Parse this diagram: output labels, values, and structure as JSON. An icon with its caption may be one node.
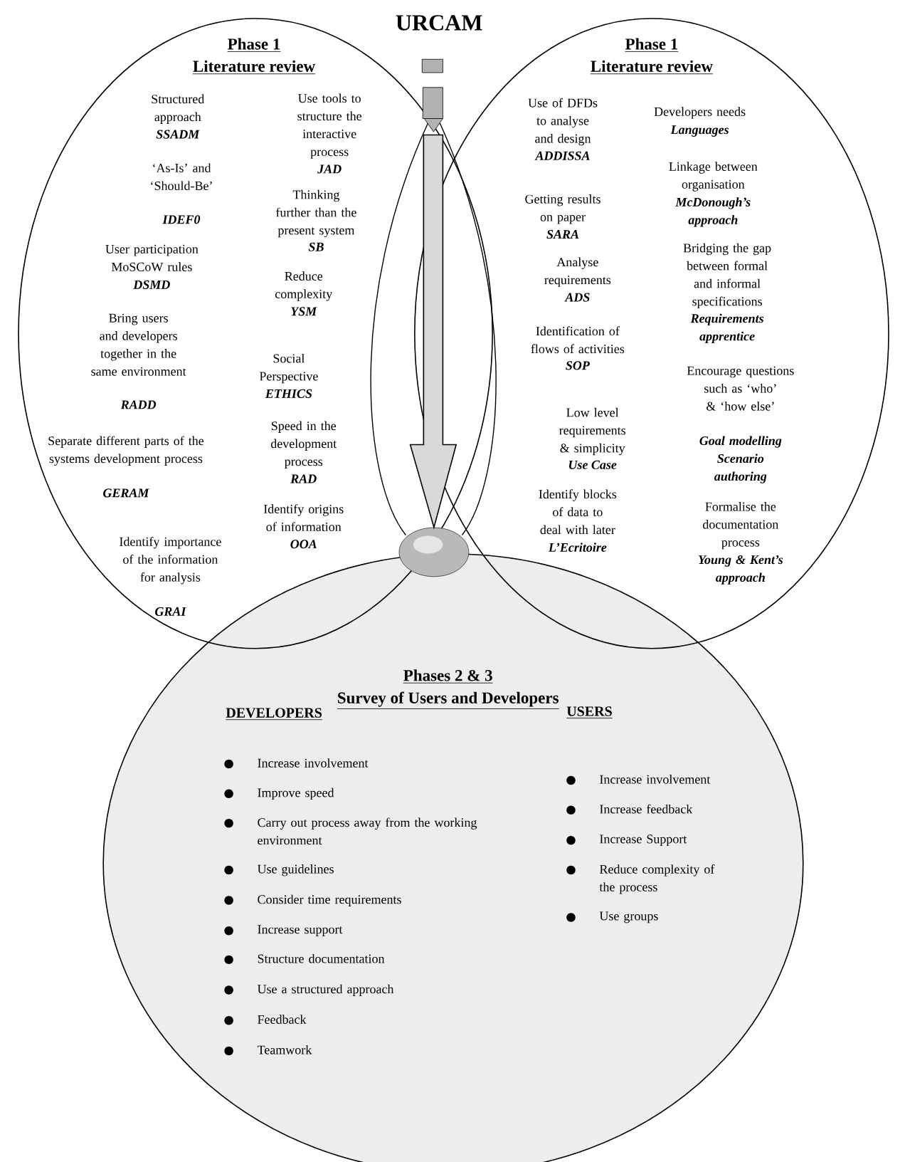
{
  "diagram": {
    "title": "URCAM",
    "nodes": [
      {
        "text": [
          "Phase 1",
          "Literature review",
          "Structured approach",
          "SSADM",
          "‘As-Is’ and ‘Should-Be’",
          "IDEF0",
          "User participation MoSCoW rules",
          "DSMD",
          "Bring users and developers together in the same environment",
          "RADD",
          "Separate different parts of the systems development process",
          "GERAM",
          "Identify importance of the information for analysis",
          "GRAI",
          "Use tools to structure the interactive process",
          "JAD",
          "Thinking further than the present system",
          "SB",
          "Reduce complexity",
          "YSM",
          "Social Perspective",
          "ETHICS",
          "Speed in the development process",
          "RAD",
          "Identify origins of information",
          "OOA"
        ]
      },
      {
        "text": [
          "Phase 1",
          "Literature review",
          "Use of DFDs to analyse and design",
          "ADDISSA",
          "Getting results on paper",
          "SARA",
          "Analyse requirements",
          "ADS",
          "Identification of flows of activities",
          "SOP",
          "Low level requirements & simplicity",
          "Use Case",
          "Identify blocks of data to deal with later",
          "L’Ecritoire",
          "Developers needs",
          "Languages",
          "Linkage between organisation",
          "McDonough’s approach",
          "Bridging the gap between formal and informal specifications",
          "Requirements apprentice",
          "Encourage questions such as ‘who’ & ‘how else’",
          "Goal modelling Scenario authoring",
          "Formalise the documentation process",
          "Young & Kent’s approach"
        ]
      },
      {
        "text": [
          "Phases 2 & 3",
          "Survey of Users and Developers",
          "DEVELOPERS",
          "Increase involvement",
          "Improve speed",
          "Carry out process away from the working environment",
          "Use guidelines",
          "Consider time requirements",
          "Increase support",
          "Structure documentation",
          "Use a structured approach",
          "Feedback",
          "Teamwork",
          "USERS",
          "Increase involvement",
          "Increase feedback",
          "Increase Support",
          "Reduce complexity of the process",
          "Use groups"
        ]
      },
      {
        "text": [],
        "shape": "circle"
      }
    ],
    "edges": [
      {
        "from": null,
        "to": 3,
        "arrow": "to"
      }
    ]
  }
}
